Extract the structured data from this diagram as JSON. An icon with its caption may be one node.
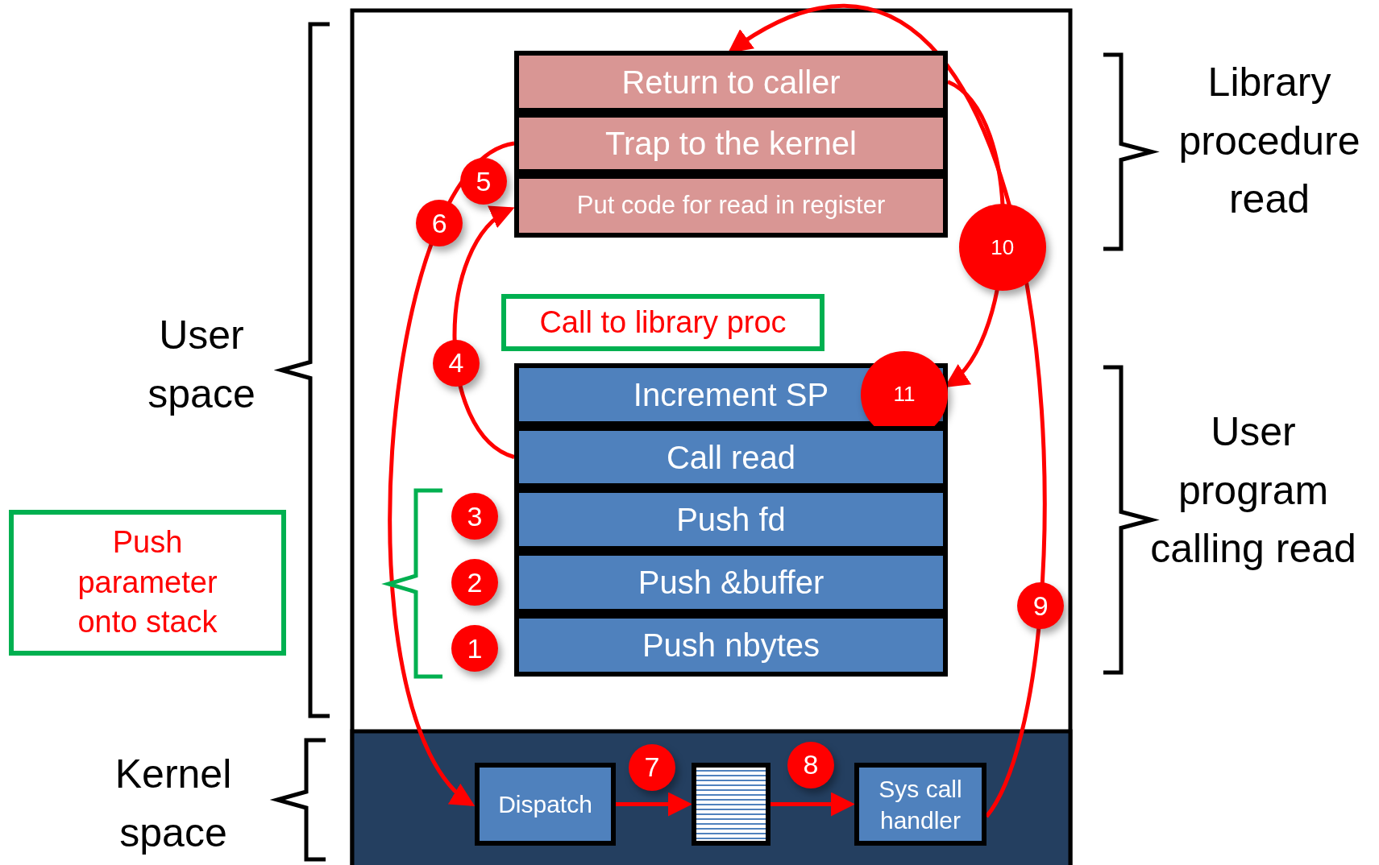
{
  "diagram": {
    "nodes": [
      {
        "text": [
          "Return to caller"
        ]
      },
      {
        "text": [
          "Trap to the kernel"
        ]
      },
      {
        "text": [
          "Put code for read in register"
        ],
        "beside": [
          "5"
        ]
      },
      {
        "text": [
          "Call to library proc"
        ]
      },
      {
        "text": [
          "Increment SP",
          "11"
        ]
      },
      {
        "text": [
          "Call read"
        ]
      },
      {
        "text": [
          "Push fd"
        ],
        "beside": [
          "3"
        ]
      },
      {
        "text": [
          "Push &buffer"
        ],
        "beside": [
          "2"
        ]
      },
      {
        "text": [
          "Push nbytes"
        ],
        "beside": [
          "1"
        ]
      },
      {
        "text": [
          "Push parameter onto stack"
        ]
      },
      {
        "text": [
          "Dispatch"
        ]
      },
      {
        "text": [],
        "shape": "box"
      },
      {
        "text": [
          "Sys call handler"
        ]
      }
    ],
    "edges": [
      {
        "from": 5,
        "to": 2,
        "arrow": "to",
        "label": "4"
      },
      {
        "from": 1,
        "to": 10,
        "arrow": "to",
        "label": "6"
      },
      {
        "from": 10,
        "to": 11,
        "arrow": "to",
        "label": "7"
      },
      {
        "from": 11,
        "to": 12,
        "arrow": "to",
        "label": "8"
      },
      {
        "from": 12,
        "to": 0,
        "arrow": "to",
        "label": "9"
      },
      {
        "from": 0,
        "to": 4,
        "arrow": "to",
        "label": "10"
      }
    ],
    "labels": [
      "Library procedure read",
      "User space",
      "User program calling read",
      "Kernel space"
    ]
  }
}
